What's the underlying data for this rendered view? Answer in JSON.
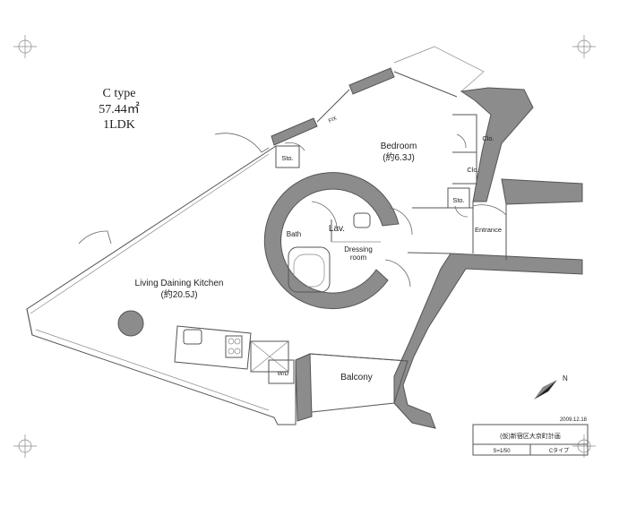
{
  "unit": {
    "type": "C type",
    "area": "57.44㎡",
    "layout": "1LDK"
  },
  "rooms": {
    "bedroom": "Bedroom",
    "bedroom_size": "(約6.3J)",
    "ldk": "Living Daining Kitchen",
    "ldk_size": "(約20.5J)",
    "bath": "Bath",
    "lav": "Lav.",
    "dressing": "Dressing",
    "dressing2": "room",
    "balcony": "Balcony",
    "entrance": "Entrance",
    "sto_left": "Sto.",
    "sto_right": "Sto.",
    "clo_top": "Clo.",
    "clo_bottom": "Clo.",
    "wd": "W/D",
    "fix": "FIX"
  },
  "compass": {
    "label": "N"
  },
  "title_block": {
    "date": "2009.12.18",
    "name": "(仮)新宿区大京町計画",
    "scale": "S=1/50",
    "type_label": "Cタイプ"
  }
}
